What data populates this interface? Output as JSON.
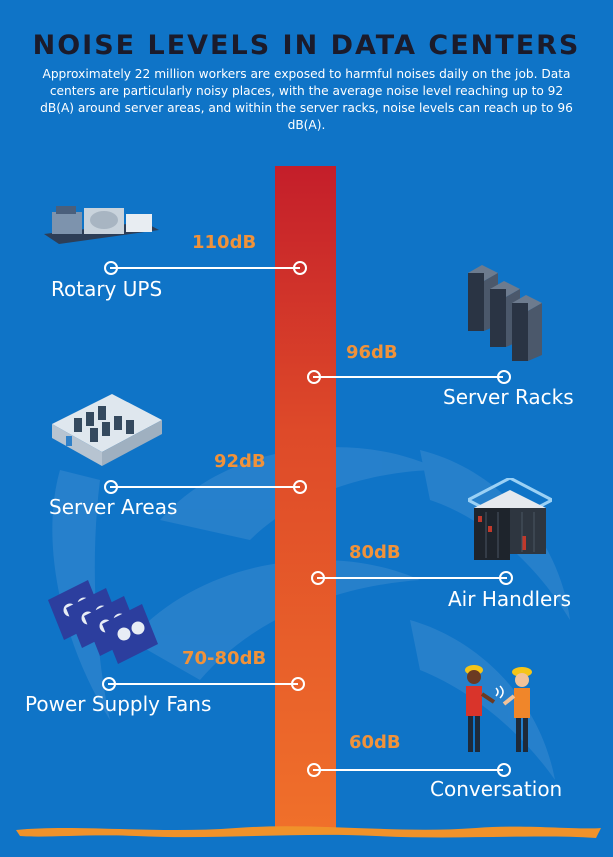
{
  "header": {
    "title": "NOISE LEVELS IN DATA CENTERS",
    "intro": "Approximately 22 million workers are exposed to harmful noises daily on the job. Data centers are particularly noisy places, with the average noise level reaching up to 92 dB(A) around server areas, and within the server racks, noise levels can reach up to 96 dB(A)."
  },
  "levels": [
    {
      "label": "Rotary UPS",
      "db": "110dB",
      "icon": "rotary-ups-machine-icon"
    },
    {
      "label": "Server Racks",
      "db": "96dB",
      "icon": "server-racks-icon"
    },
    {
      "label": "Server Areas",
      "db": "92dB",
      "icon": "server-room-icon"
    },
    {
      "label": "Air Handlers",
      "db": "80dB",
      "icon": "air-handler-rack-icon"
    },
    {
      "label": "Power Supply Fans",
      "db": "70-80dB",
      "icon": "graphics-card-fans-icon"
    },
    {
      "label": "Conversation",
      "db": "60dB",
      "icon": "workers-talking-icon"
    }
  ],
  "colors": {
    "background": "#0f74c7",
    "title": "#1b1b2b",
    "db_value": "#f0923a",
    "column_top": "#c41e2a",
    "column_bottom": "#f0702a"
  }
}
